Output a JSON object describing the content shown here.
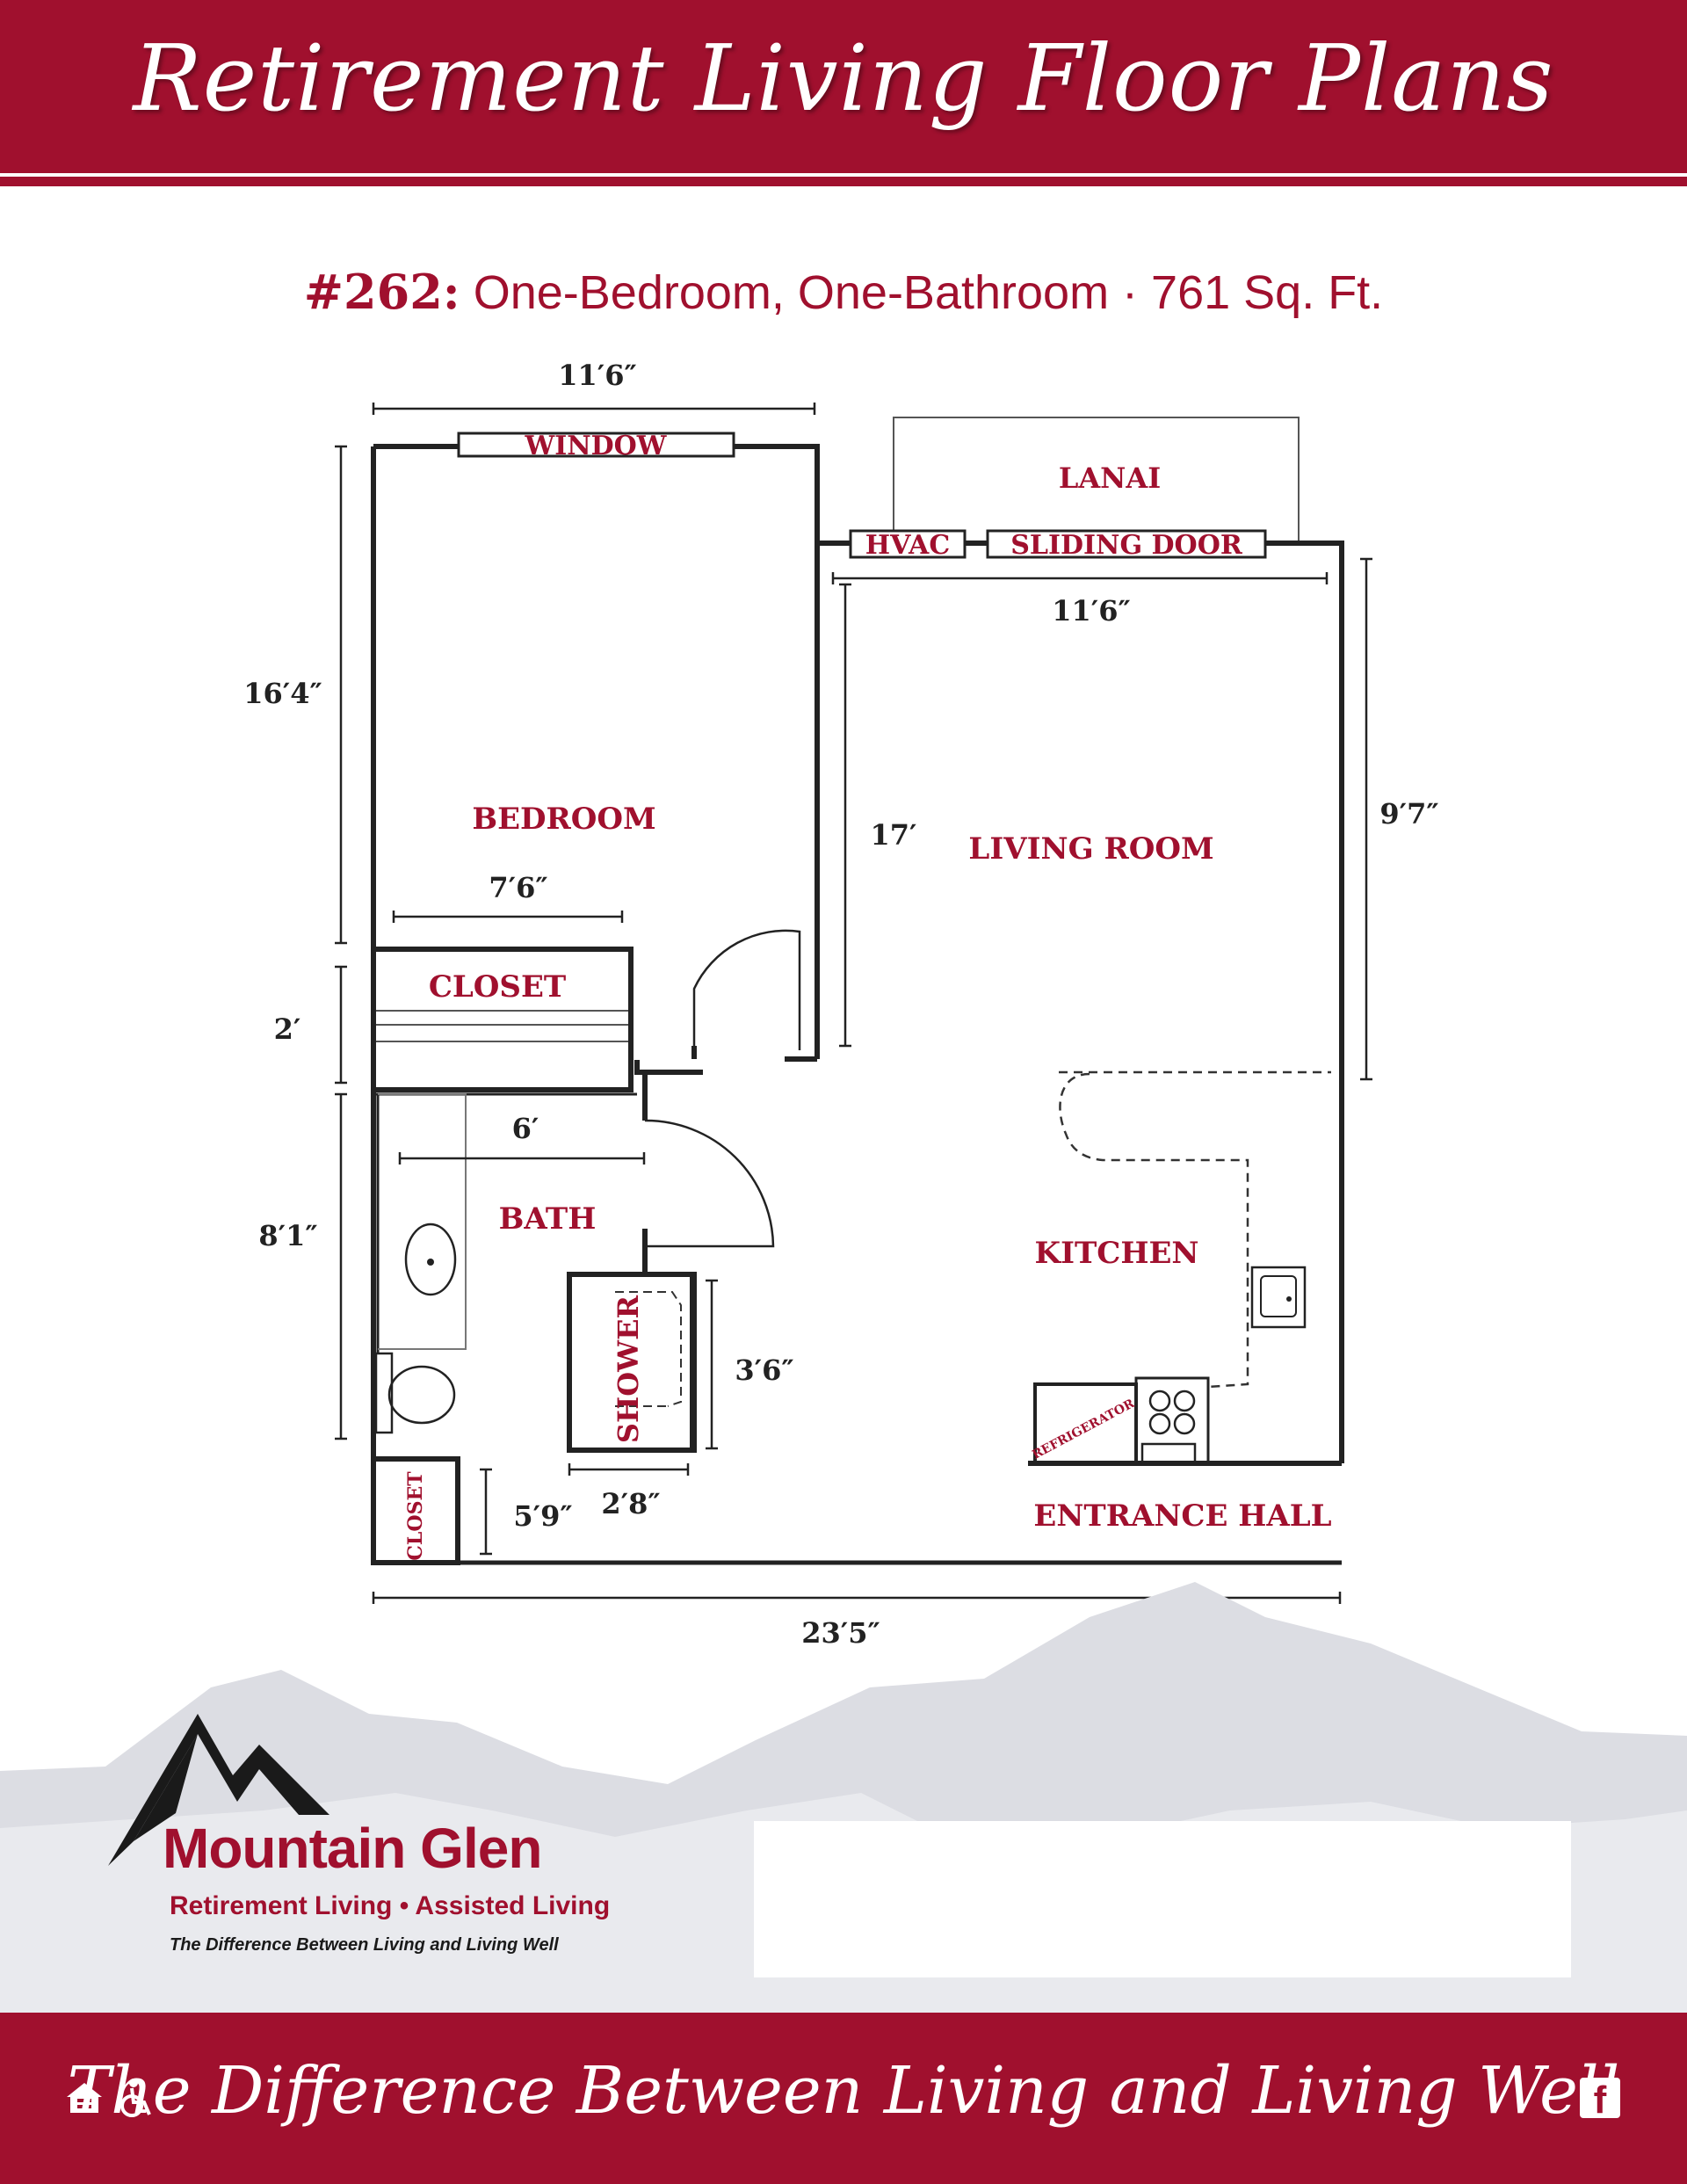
{
  "header": {
    "title": "Retirement Living Floor Plans"
  },
  "unit": {
    "number": "#262:",
    "description": "One-Bedroom, One-Bathroom · 761 Sq. Ft."
  },
  "rooms": {
    "window": "WINDOW",
    "lanai": "LANAI",
    "hvac": "HVAC",
    "sliding_door": "SLIDING DOOR",
    "bedroom": "BEDROOM",
    "living_room": "LIVING ROOM",
    "closet_bedroom": "CLOSET",
    "bath": "BATH",
    "kitchen": "KITCHEN",
    "shower": "SHOWER",
    "refrigerator": "REFRIGERATOR",
    "closet_hall": "CLOSET",
    "entrance_hall": "ENTRANCE HALL"
  },
  "dimensions": {
    "bedroom_width": "11′6″",
    "living_width": "11′6″",
    "bedroom_length": "16′4″",
    "living_length": "17′",
    "living_right_length": "9′7″",
    "closet_width": "7′6″",
    "closet_depth": "2′",
    "bath_width": "6′",
    "bath_length": "8′1″",
    "shower_length": "3′6″",
    "shower_width": "2′8″",
    "hall_closet": "5′9″",
    "overall_width": "23′5″"
  },
  "brand": {
    "name": "Mountain Glen",
    "services": "Retirement Living • Assisted Living",
    "tagline": "The Difference Between Living and Living Well"
  },
  "footer": {
    "slogan": "The Difference Between Living and Living Well"
  },
  "icons": {
    "equal_housing": "equal-housing-icon",
    "accessibility": "wheelchair-icon",
    "facebook": "facebook-icon"
  },
  "colors": {
    "brand_red": "#a0102e",
    "mountain_gray": "#dcdde3"
  }
}
